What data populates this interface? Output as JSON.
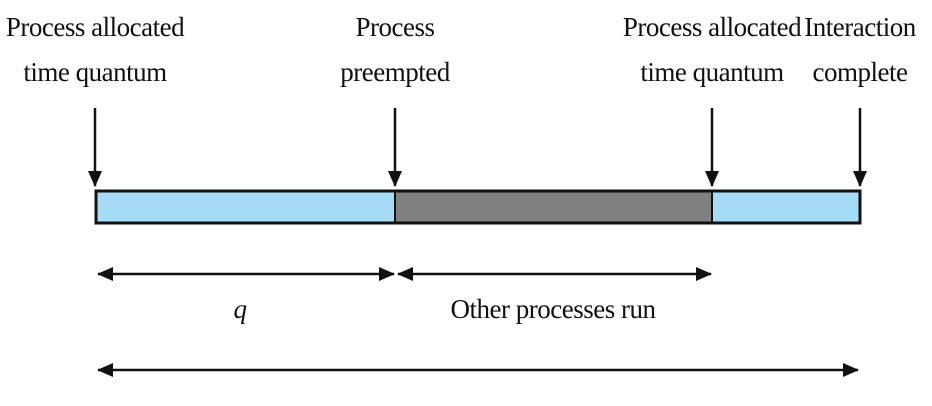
{
  "labels": {
    "event_1": [
      "Process allocated",
      "time quantum"
    ],
    "event_2": [
      "Process",
      "preempted"
    ],
    "event_3": [
      "Process allocated",
      "time quantum"
    ],
    "event_4": [
      "Interaction",
      "complete"
    ],
    "quantum_span": "q",
    "other_span": "Other processes run"
  },
  "colors": {
    "process_running": "#a6dcf5",
    "other_running": "#808080",
    "outline": "#111111"
  }
}
